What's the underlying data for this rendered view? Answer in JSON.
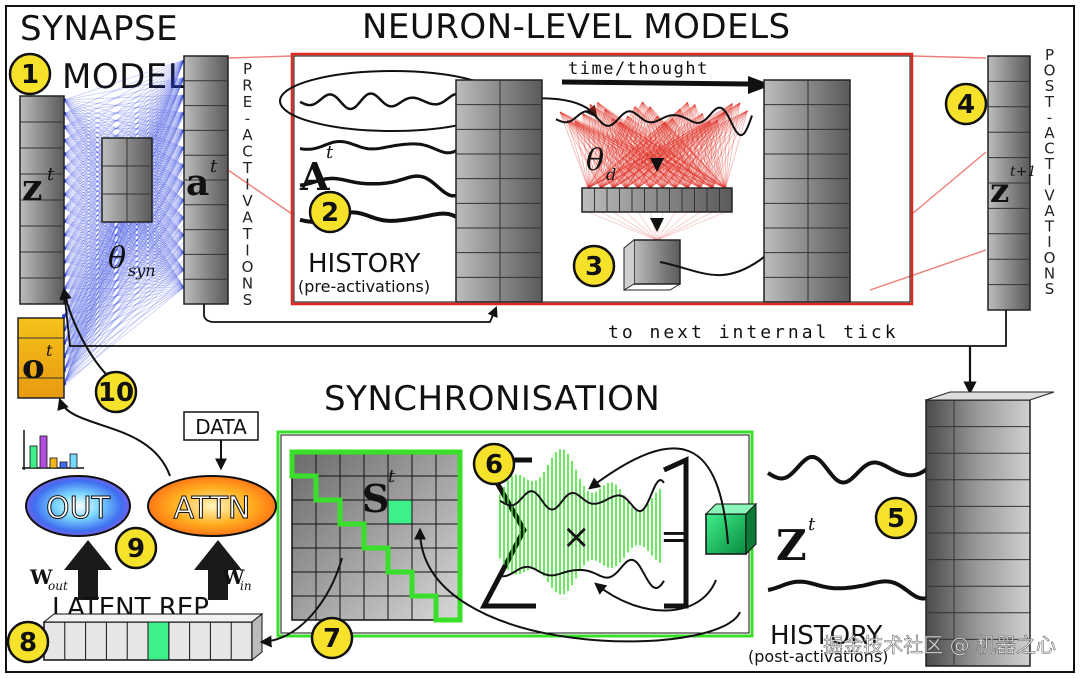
{
  "titles": {
    "synapse_line1": "SYNAPSE",
    "synapse_line2": "MODEL",
    "neuron_level": "NEURON-LEVEL MODELS",
    "synchronisation": "SYNCHRONISATION"
  },
  "labels": {
    "time_thought": "time/thought",
    "history_pre_1": "HISTORY",
    "history_pre_2": "(pre-activations)",
    "history_post_1": "HISTORY",
    "history_post_2": "(post-activations)",
    "next_tick": "to next internal tick",
    "data": "DATA",
    "out": "OUT",
    "attn": "ATTN",
    "latent_rep": "LATENT REP",
    "pre_activations_vertical": "PRE-ACTIVATIONS",
    "post_activations_vertical": "POST-ACTIVATIONS",
    "watermark": "掘金技术社区 @ 机器之心"
  },
  "math": {
    "z_t": "z",
    "z_t_sup": "t",
    "a_t": "a",
    "a_t_sup": "t",
    "A_t": "A",
    "A_t_sup": "t",
    "theta_syn": "θ",
    "theta_syn_sub": "syn",
    "theta_d": "θ",
    "theta_d_sub": "d",
    "z_t1": "z",
    "z_t1_sup": "t+1",
    "o_t": "o",
    "o_t_sup": "t",
    "S_t": "S",
    "S_t_sup": "t",
    "Z_t": "Z",
    "Z_t_sup": "t",
    "w_out": "W",
    "w_out_sub": "out",
    "w_in": "W",
    "w_in_sub": "in",
    "times": "×",
    "equals": "="
  },
  "badges": [
    "1",
    "2",
    "3",
    "4",
    "5",
    "6",
    "7",
    "8",
    "9",
    "10"
  ],
  "colors": {
    "badge_fill": "#f7e22b",
    "synapse_blue": "#2b3fe0",
    "nlm_red": "#e02a1f",
    "sync_green": "#38e02a",
    "output_yellow": "#f2b619",
    "latent_green": "#3ff08a"
  },
  "icons": {
    "histogram": "histogram-icon"
  }
}
